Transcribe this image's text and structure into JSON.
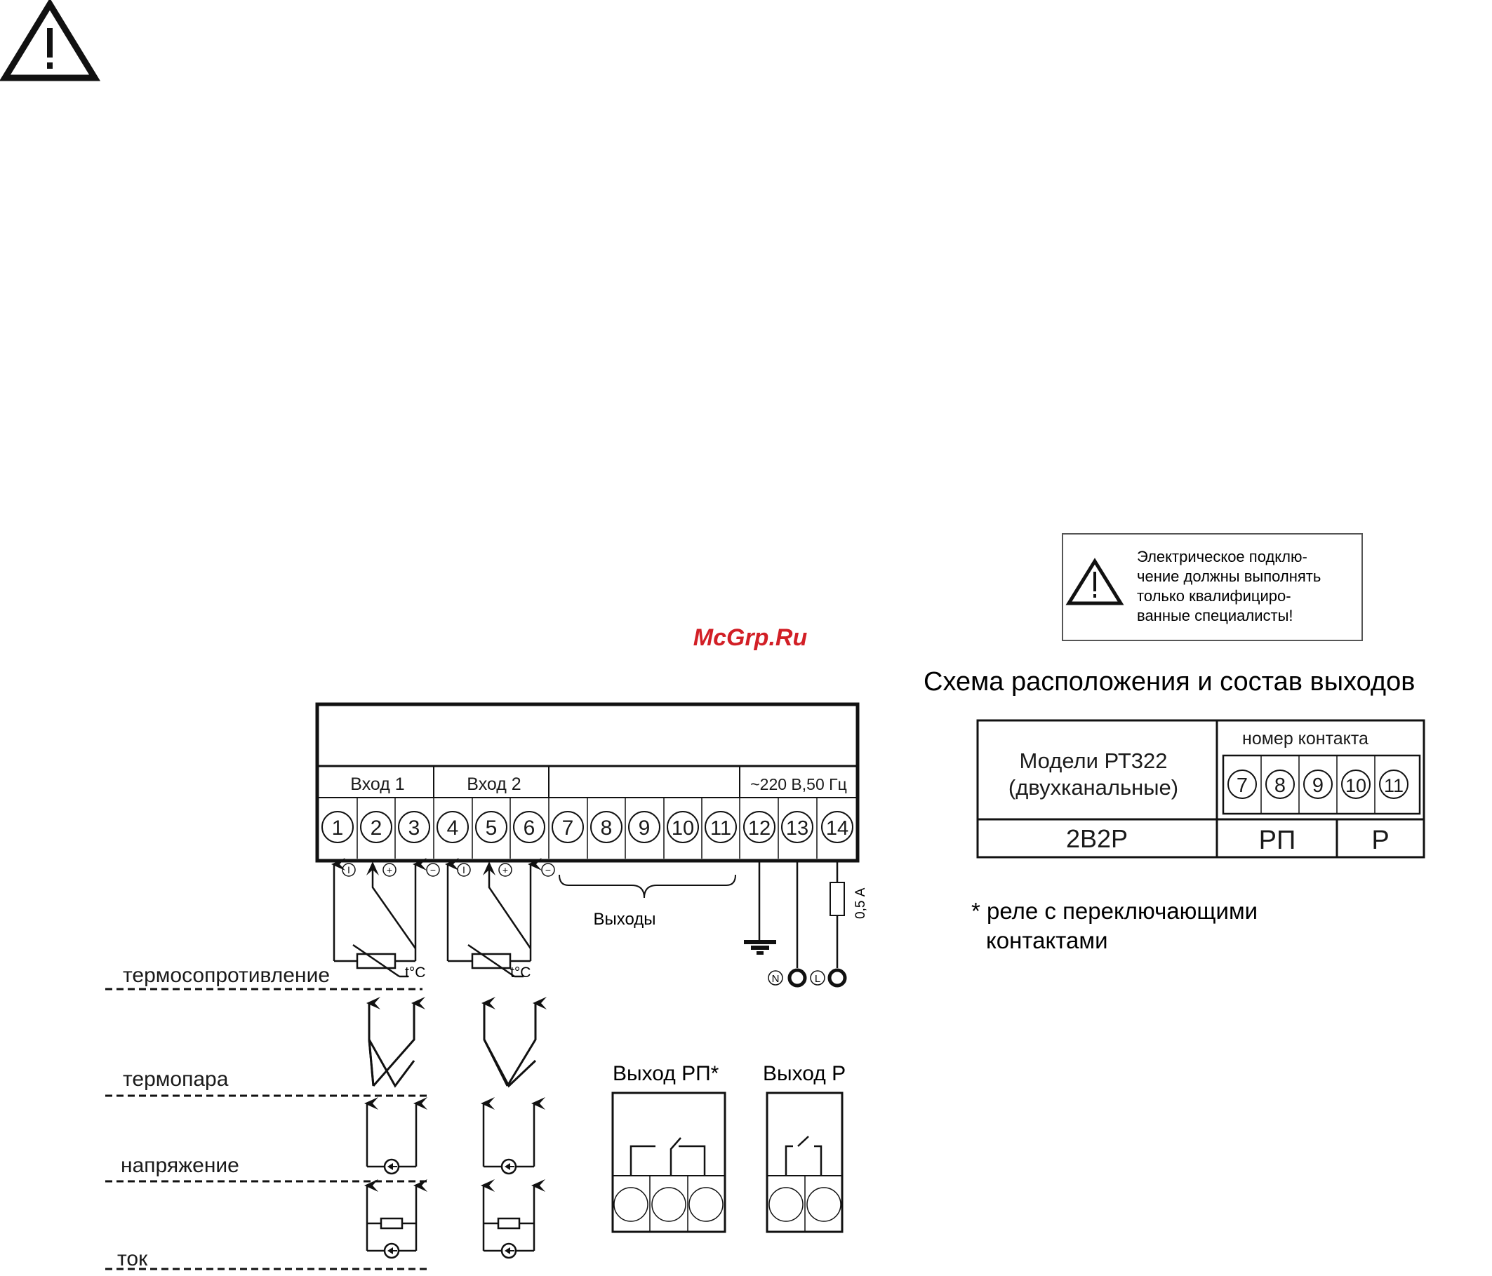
{
  "watermark": "McGrp.Ru",
  "warning_box": {
    "lines": [
      "Электрическое подклю-",
      "чение должны выполнять",
      "только квалифициро-",
      "ванные специалисты!"
    ]
  },
  "layout_title": "Схема расположения и состав выходов",
  "table": {
    "model_line1": "Модели РТ322",
    "model_line2": "(двухканальные)",
    "contact_header": "номер контакта",
    "contacts": [
      "7",
      "8",
      "9",
      "10",
      "11"
    ],
    "model_code": "2В2Р",
    "out_rp": "РП",
    "out_r": "Р"
  },
  "footnote": {
    "line1": "* реле с переключающими",
    "line2": "контактами"
  },
  "terminal_block": {
    "input1": "Вход 1",
    "input2": "Вход 2",
    "power": "~220 В,50 Гц",
    "terminals": [
      "1",
      "2",
      "3",
      "4",
      "5",
      "6",
      "7",
      "8",
      "9",
      "10",
      "11",
      "12",
      "13",
      "14"
    ]
  },
  "pin_marks": {
    "current": "I",
    "plus": "+",
    "minus": "−",
    "neutral": "N",
    "line": "L"
  },
  "outputs_label": "Выходы",
  "fuse_label": "0,5 А",
  "temp_label": "t°C",
  "sensor_rows": [
    "термосопротивление",
    "термопара",
    "напряжение",
    "ток"
  ],
  "relay_out_rp": "Выход  РП*",
  "relay_out_r": "Выход  Р"
}
